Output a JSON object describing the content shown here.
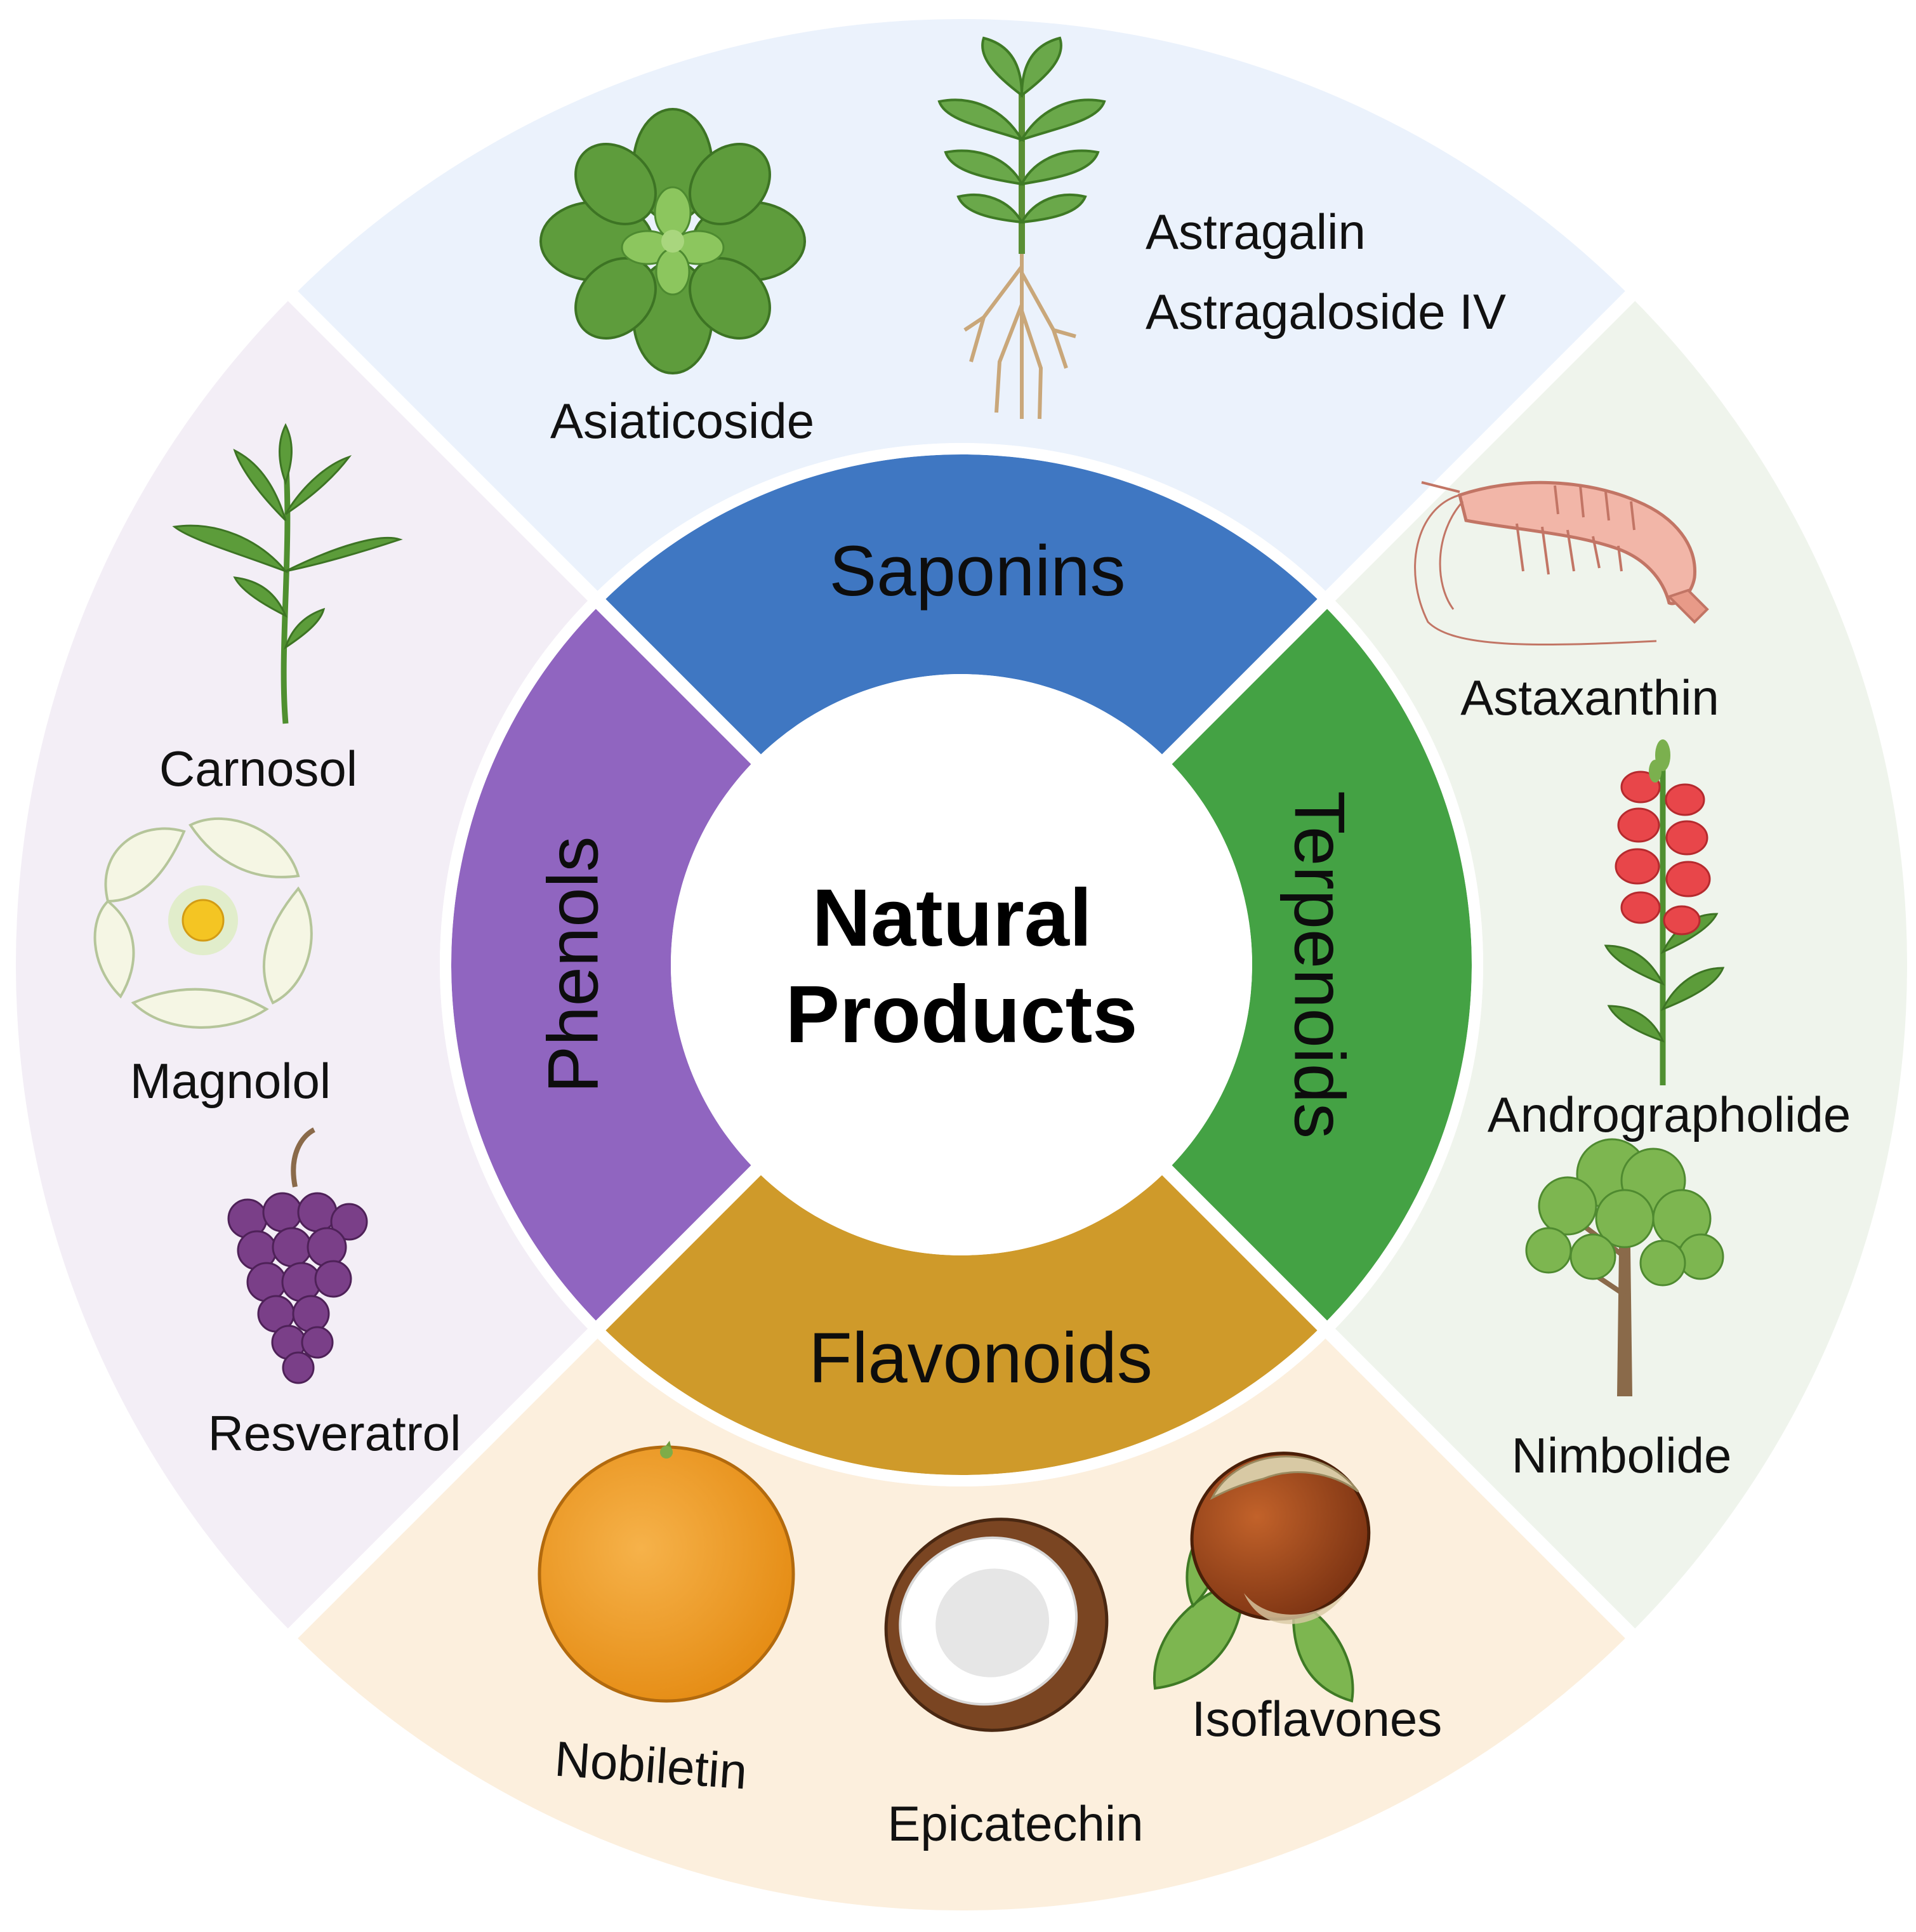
{
  "center": {
    "line1": "Natural",
    "line2": "Products"
  },
  "colors": {
    "saponins": "#3f77c2",
    "terpenoids": "#44a244",
    "flavonoids": "#cf9a2a",
    "phenols": "#9065c0",
    "saponins_bg": "#ebf2fc",
    "terpenoids_bg": "#eff4ec",
    "flavonoids_bg": "#fcefdd",
    "phenols_bg": "#f3eef6"
  },
  "categories": [
    {
      "name": "Saponins",
      "items": [
        "Asiaticoside",
        "Astragalin",
        "Astragaloside IV"
      ],
      "icons": [
        "centella-plant-icon",
        "astragalus-plant-icon"
      ]
    },
    {
      "name": "Terpenoids",
      "items": [
        "Astaxanthin",
        "Andrographolide",
        "Nimbolide"
      ],
      "icons": [
        "shrimp-icon",
        "snapdragon-flower-icon",
        "neem-tree-icon"
      ]
    },
    {
      "name": "Flavonoids",
      "items": [
        "Nobiletin",
        "Epicatechin",
        "Isoflavones"
      ],
      "icons": [
        "orange-icon",
        "coconut-icon",
        "hazelnut-icon"
      ]
    },
    {
      "name": "Phenols",
      "items": [
        "Carnosol",
        "Magnolol",
        "Resveratrol"
      ],
      "icons": [
        "rosemary-plant-icon",
        "magnolia-flower-icon",
        "grapes-icon"
      ]
    }
  ]
}
